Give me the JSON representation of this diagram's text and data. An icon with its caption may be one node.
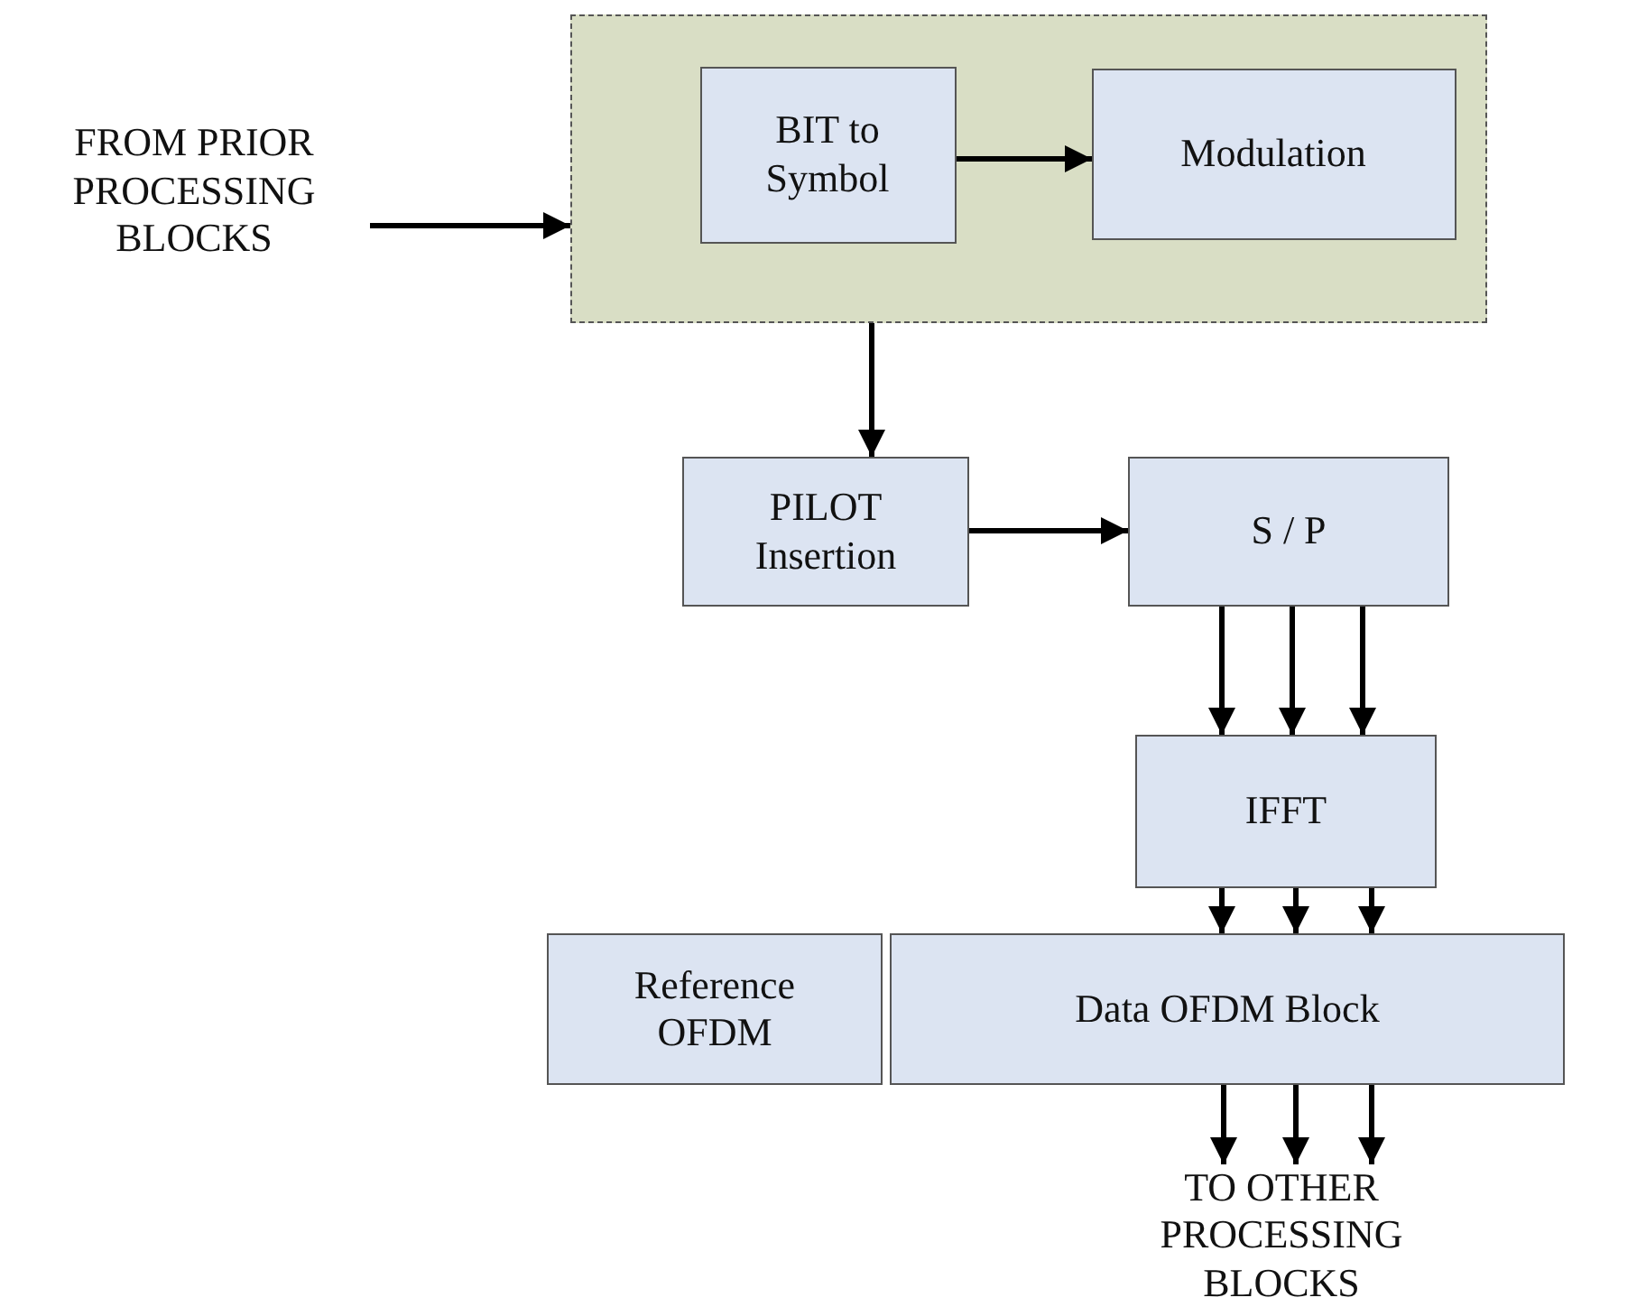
{
  "diagram": {
    "nodes": [
      {
        "text": [
          "FROM PRIOR PROCESSING BLOCKS"
        ]
      },
      {
        "text": [],
        "shape": "box"
      },
      {
        "text": [
          "BIT to Symbol"
        ],
        "in": 1
      },
      {
        "text": [
          "Modulation"
        ],
        "in": 1
      },
      {
        "text": [
          "PILOT Insertion"
        ]
      },
      {
        "text": [
          "S / P"
        ]
      },
      {
        "text": [
          "IFFT"
        ]
      },
      {
        "text": [
          "Reference OFDM"
        ]
      },
      {
        "text": [
          "Data OFDM Block"
        ]
      },
      {
        "text": [
          "TO OTHER PROCESSING BLOCKS"
        ]
      }
    ],
    "edges": [
      {
        "from": 0,
        "to": 1,
        "arrow": "to"
      },
      {
        "from": 2,
        "to": 3,
        "arrow": "to"
      },
      {
        "from": 1,
        "to": 4,
        "arrow": "to"
      },
      {
        "from": 4,
        "to": 5,
        "arrow": "to"
      },
      {
        "from": 5,
        "to": 6,
        "arrow": "to"
      },
      {
        "from": 5,
        "to": 6,
        "arrow": "to"
      },
      {
        "from": 5,
        "to": 6,
        "arrow": "to"
      },
      {
        "from": 6,
        "to": 8,
        "arrow": "to"
      },
      {
        "from": 6,
        "to": 8,
        "arrow": "to"
      },
      {
        "from": 6,
        "to": 8,
        "arrow": "to"
      },
      {
        "from": 8,
        "to": 9,
        "arrow": "to"
      },
      {
        "from": 8,
        "to": 9,
        "arrow": "to"
      },
      {
        "from": 8,
        "to": 9,
        "arrow": "to"
      }
    ]
  }
}
